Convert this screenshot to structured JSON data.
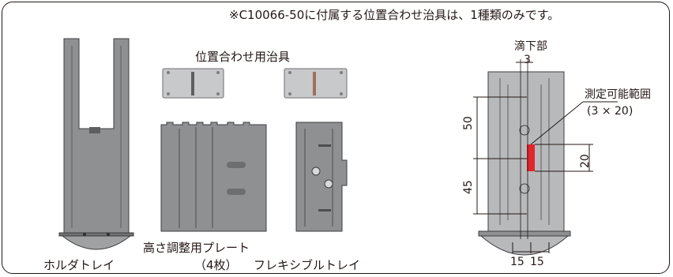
{
  "note": "※C10066-50に付属する位置合わせ治具は、1種類のみです。",
  "labels": {
    "jig": "位置合わせ用治具",
    "holder_tray": "ホルダトレイ",
    "height_plate_line1": "高さ調整用プレート",
    "height_plate_line2": "（4枚）",
    "flexible_tray": "フレキシブルトレイ",
    "drip_area": "滴下部",
    "measurable_range_line1": "測定可能範囲",
    "measurable_range_line2": "(3 × 20)"
  },
  "dimensions": {
    "drip_width": "3",
    "upper_length": "50",
    "lower_length": "45",
    "range_height": "20",
    "left_offset": "15",
    "right_offset": "15"
  },
  "colors": {
    "part_fill": "#8f9091",
    "part_dark": "#5d5e60",
    "jig_fill": "#c8c9ca",
    "highlight_red": "#e0262b",
    "line": "#231815"
  }
}
